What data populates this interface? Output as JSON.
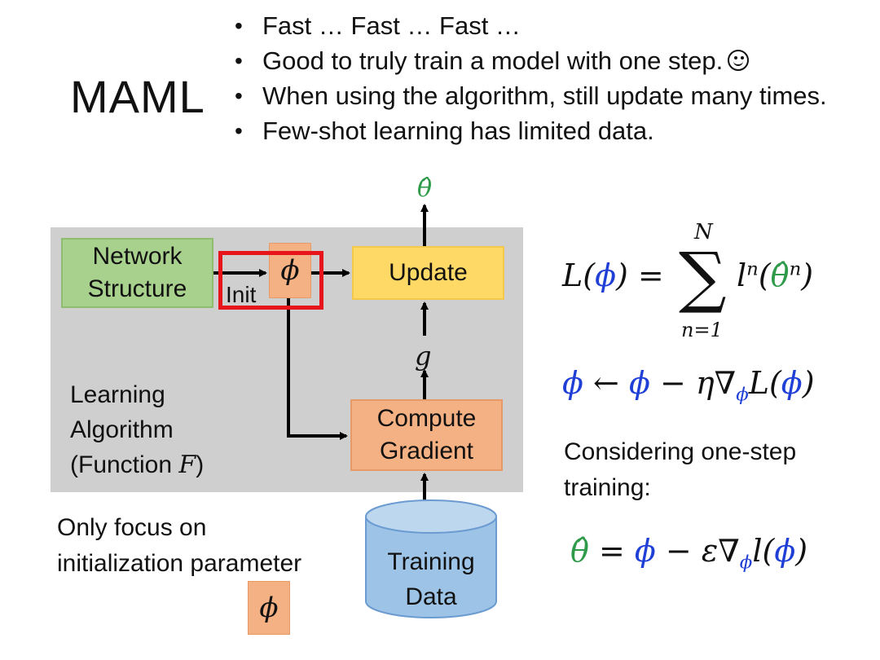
{
  "slide": {
    "title": "MAML",
    "bullets": [
      "Fast … Fast … Fast …",
      "Good to truly train a model with one step.",
      "When using the algorithm, still update many times.",
      "Few-shot learning has limited data."
    ]
  },
  "diagram": {
    "network_structure": [
      "Network",
      "Structure"
    ],
    "phi_symbol": "ϕ",
    "init_label": "Init",
    "update_label": "Update",
    "compute_gradient": [
      "Compute",
      "Gradient"
    ],
    "g_label": "g",
    "theta_hat": "θ̂",
    "learning_algorithm": [
      "Learning",
      "Algorithm",
      "(Function ",
      "F",
      ")"
    ],
    "focus_text": [
      "Only focus on",
      "initialization parameter"
    ],
    "training_data": [
      "Training",
      "Data"
    ]
  },
  "equations": {
    "loss_lhs": "L(ϕ) =",
    "sum_upper": "N",
    "sum_lower": "n=1",
    "loss_rhs": "lⁿ(θ̂ⁿ)",
    "update_rule": "ϕ ← ϕ − η∇ϕ L(ϕ)",
    "considering_label": [
      "Considering one-step",
      "training:"
    ],
    "one_step": "θ̂ = ϕ − ε∇ϕ l(ϕ)"
  },
  "colors": {
    "panel_gray": "#cfcfcf",
    "network_green": "#a9d18e",
    "update_yellow": "#ffd966",
    "gradient_orange": "#f4b183",
    "highlight_red": "#e8141b",
    "phi_blue": "#1f3fd6",
    "theta_green": "#2e9a4a",
    "cylinder_blue": "#9dc3e6"
  }
}
